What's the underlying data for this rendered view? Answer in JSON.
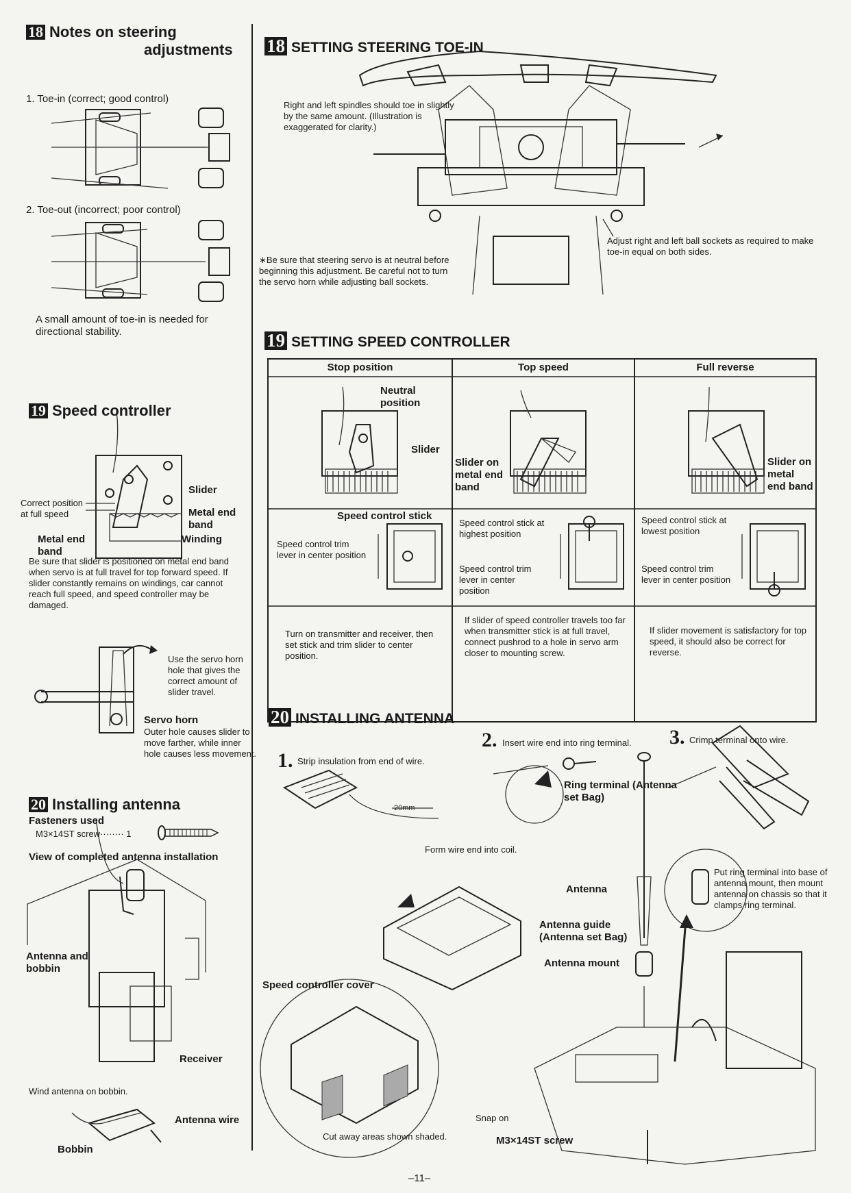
{
  "left": {
    "s18": {
      "num": "18",
      "title1": "Notes on steering",
      "title2": "adjustments",
      "toe_in": "1. Toe-in (correct; good control)",
      "toe_out": "2. Toe-out (incorrect; poor control)",
      "note": "A small amount of toe-in is needed for directional stability."
    },
    "s19": {
      "num": "19",
      "title": "Speed controller",
      "correct_pos": "Correct position at full speed",
      "slider": "Slider",
      "metal_end_band_r": "Metal end band",
      "winding": "Winding",
      "metal_end_band_l": "Metal end band",
      "note": "Be sure that slider is positioned on metal end band when servo is at full travel for top forward speed. If slider constantly remains on windings, car cannot reach full speed, and speed controller may be damaged.",
      "use_hole": "Use the servo horn hole that gives the correct amount of slider travel.",
      "servo_horn": "Servo horn",
      "horn_note": "Outer hole causes slider to move farther, while inner hole causes less movement."
    },
    "s20": {
      "num": "20",
      "title": "Installing antenna",
      "fasteners": "Fasteners used",
      "screw": "M3×14ST screw········ 1",
      "view": "View of completed antenna installation",
      "antenna_bobbin": "Antenna and bobbin",
      "receiver": "Receiver",
      "wind": "Wind antenna on bobbin.",
      "antenna_wire": "Antenna wire",
      "bobbin": "Bobbin"
    }
  },
  "right": {
    "s18": {
      "num": "18",
      "title": "SETTING STEERING TOE-IN",
      "spindles": "Right and left spindles should toe in slightly by the same amount. (Illustration is exaggerated for clarity.)",
      "adjust": "Adjust right and left ball sockets as required to make toe-in equal on both sides.",
      "servo_note": "∗Be sure that steering servo is at neutral before beginning this adjustment. Be careful not to turn the servo horn while adjusting ball sockets."
    },
    "s19": {
      "num": "19",
      "title": "SETTING SPEED CONTROLLER",
      "headers": [
        "Stop position",
        "Top speed",
        "Full reverse"
      ],
      "neutral": "Neutral position",
      "slider": "Slider",
      "slider_metal_end_band": "Slider on metal end band",
      "stick_label": "Speed control stick",
      "trim_center": "Speed control trim lever in center position",
      "stick_highest": "Speed control stick at highest position",
      "trim_center2": "Speed control trim lever in center position",
      "stick_lowest": "Speed control stick at lowest position",
      "trim_center3": "Speed control trim lever in center position",
      "inst_stop": "Turn on transmitter and receiver, then set stick and trim slider to center position.",
      "inst_top": "If slider of speed controller travels too far when transmitter stick is at full travel, connect pushrod to a hole in servo arm closer to mounting screw.",
      "inst_rev": "If slider movement is satisfactory for top speed, it should also be correct for reverse."
    },
    "s20": {
      "num": "20",
      "title": "INSTALLING ANTENNA",
      "step1_n": "1.",
      "step1": "Strip insulation from end of wire.",
      "mm": "20mm",
      "step2_n": "2.",
      "step2": "Insert wire end into ring terminal.",
      "step3_n": "3.",
      "step3": "Crimp terminal onto wire.",
      "ring_terminal": "Ring terminal (Antenna set Bag)",
      "coil": "Form wire end into coil.",
      "antenna": "Antenna",
      "put_ring": "Put ring terminal into base of antenna mount, then mount antenna on chassis so that it clamps ring terminal.",
      "guide": "Antenna guide (Antenna set Bag)",
      "mount": "Antenna mount",
      "cover": "Speed controller cover",
      "snap": "Snap on",
      "cutaway": "Cut away areas shown shaded.",
      "screw": "M3×14ST screw"
    }
  },
  "page_number": "–11–"
}
